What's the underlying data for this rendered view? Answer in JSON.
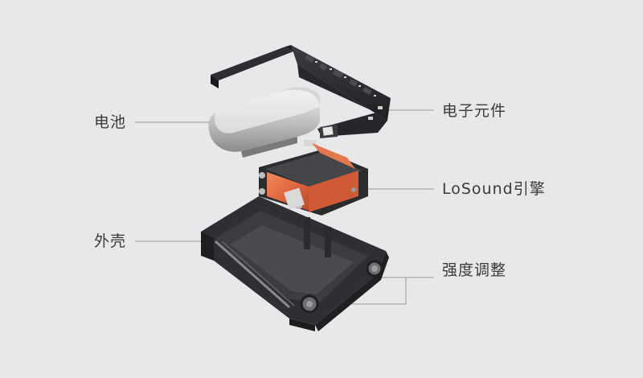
{
  "labels": {
    "battery": "电池",
    "shell": "外壳",
    "electronics": "电子元件",
    "engine": "LoSound引擎",
    "strength": "强度调整"
  },
  "colors": {
    "background": "#e8e8ea",
    "leader_line": "#9a9a9a",
    "label_text": "#3a3a3a",
    "engine_copper": "#e0673f",
    "frame_dark": "#2b2c2e",
    "battery_silver": "#c9c9c9"
  }
}
